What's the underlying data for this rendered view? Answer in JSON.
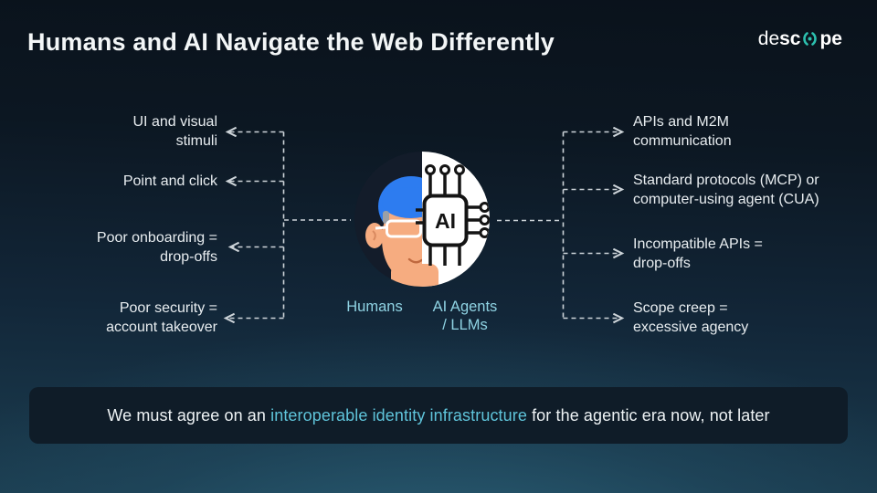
{
  "title": "Humans and AI Navigate the Web Differently",
  "logo": {
    "de": "de",
    "sc": "sc",
    "pe": "pe"
  },
  "callouts": {
    "left": [
      {
        "text": "UI and visual\nstimuli"
      },
      {
        "text": "Point and click"
      },
      {
        "text": "Poor onboarding =\ndrop-offs"
      },
      {
        "text": "Poor security =\naccount takeover"
      }
    ],
    "right": [
      {
        "text": "APIs and M2M\ncommunication"
      },
      {
        "text": "Standard protocols (MCP) or\ncomputer-using agent (CUA)"
      },
      {
        "text": "Incompatible APIs =\ndrop-offs"
      },
      {
        "text": "Scope creep =\nexcessive agency"
      }
    ]
  },
  "figure": {
    "humans_label": "Humans",
    "ai_label": "AI Agents\n/ LLMs",
    "chip_text": "AI"
  },
  "banner": {
    "prefix": "We must agree on an ",
    "highlight": "interoperable identity infrastructure",
    "suffix": " for the agentic era now, not later"
  },
  "colors": {
    "accent_teal": "#2cbfae",
    "label_blue": "#8fd3e3",
    "highlight_cyan": "#5fc4da",
    "connector_gray": "#cdd4d9",
    "banner_bg": "#0f1c28"
  }
}
